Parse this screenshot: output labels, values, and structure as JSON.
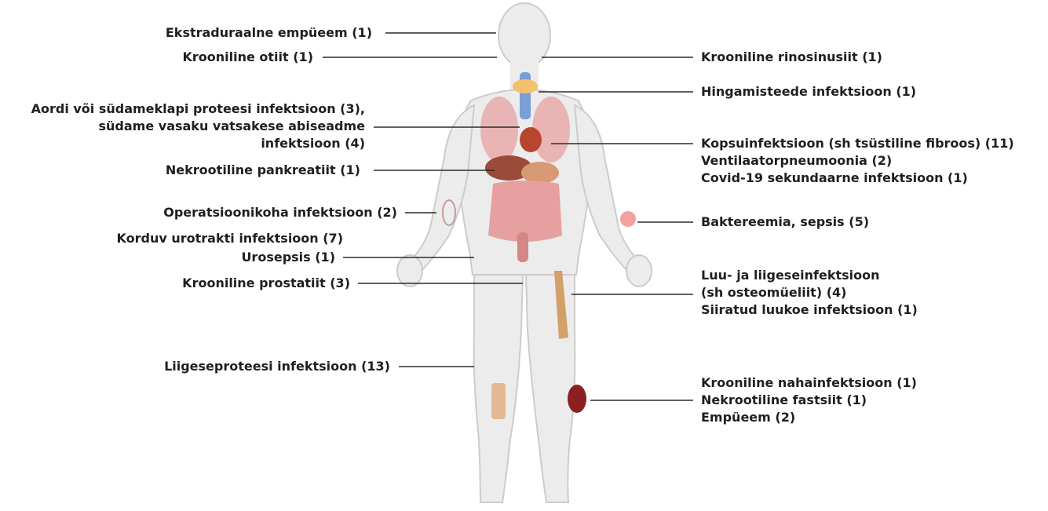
{
  "labels": {
    "epidural_empyema": "Ekstraduraalne empüeem (1)",
    "chronic_otitis": "Krooniline otiit (1)",
    "chronic_rhinosinusitis": "Krooniline rinosinusiit (1)",
    "respiratory_infection": "Hingamisteede infektsioon (1)",
    "aortic_valve": [
      "Aordi või südameklapi proteesi infektsioon (3),",
      "südame vasaku vatsakese abiseadme",
      "infektsioon (4)"
    ],
    "lung": [
      "Kopsuinfektsioon (sh tsüstiline fibroos) (11)",
      "Ventilaatorpneumoonia (2)",
      "Covid-19 sekundaarne infektsioon (1)"
    ],
    "pancreatitis": "Nekrootiline pankreatiit (1)",
    "surgical_site": "Operatsioonikoha infektsioon (2)",
    "bacteremia": "Baktereemia, sepsis (5)",
    "uti": "Korduv urotrakti infektsioon (7)",
    "urosepsis": "Urosepsis (1)",
    "prostatitis": "Krooniline prostatiit (3)",
    "bone_joint": [
      "Luu- ja liigeseinfektsioon",
      "(sh osteomüeliit) (4)",
      "Siiratud luukoe infektsioon (1)"
    ],
    "prosthetic_joint": "Liigeseproteesi infektsioon (13)",
    "skin": [
      "Krooniline nahainfektsioon (1)",
      "Nekrootiline fastsiit (1)",
      "Empüeem (2)"
    ]
  },
  "colors": {
    "text": "#1f1f1f",
    "leader": "#2b2b2b",
    "body_fill": "#ececec",
    "body_stroke": "#c9c9c9",
    "organ_pink": "#e8a5a5",
    "trachea_blue": "#7a9ed6",
    "liver": "#9b4b3a"
  }
}
